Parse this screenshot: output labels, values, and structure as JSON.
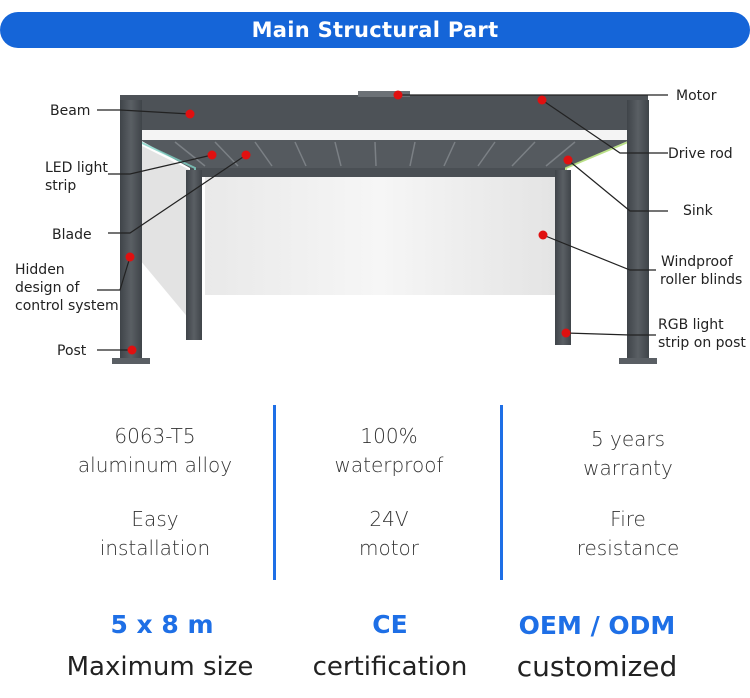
{
  "header": {
    "title": "Main Structural Part"
  },
  "diagram": {
    "labels": {
      "beam": "Beam",
      "led_light_strip": [
        "LED light",
        "strip"
      ],
      "blade": "Blade",
      "hidden_control": [
        "Hidden",
        "design of",
        "control system"
      ],
      "post": "Post",
      "motor": "Motor",
      "drive_rod": "Drive rod",
      "sink": "Sink",
      "windproof_blinds": [
        "Windproof",
        "roller blinds"
      ],
      "rgb_strip": [
        "RGB light",
        "strip on post"
      ]
    },
    "colors": {
      "frame": "#4d5257",
      "marker": "#e01010",
      "blind": "#f1f1f1"
    }
  },
  "specs": {
    "col1": {
      "line1": [
        "6063-T5",
        "aluminum alloy"
      ],
      "line2": [
        "Easy",
        "installation"
      ]
    },
    "col2": {
      "line1": [
        "100%",
        "waterproof"
      ],
      "line2": [
        "24V",
        "motor"
      ]
    },
    "col3": {
      "line1": [
        "5 years",
        "warranty"
      ],
      "line2": [
        "Fire",
        "resistance"
      ]
    }
  },
  "highlights": [
    {
      "value": "5 x 8 m",
      "caption": "Maximum size"
    },
    {
      "value": "CE",
      "caption": "certification"
    },
    {
      "value": "OEM / ODM",
      "caption": "customized"
    }
  ],
  "colors": {
    "accent": "#1e6fe6",
    "header_bg": "#1565d8"
  }
}
